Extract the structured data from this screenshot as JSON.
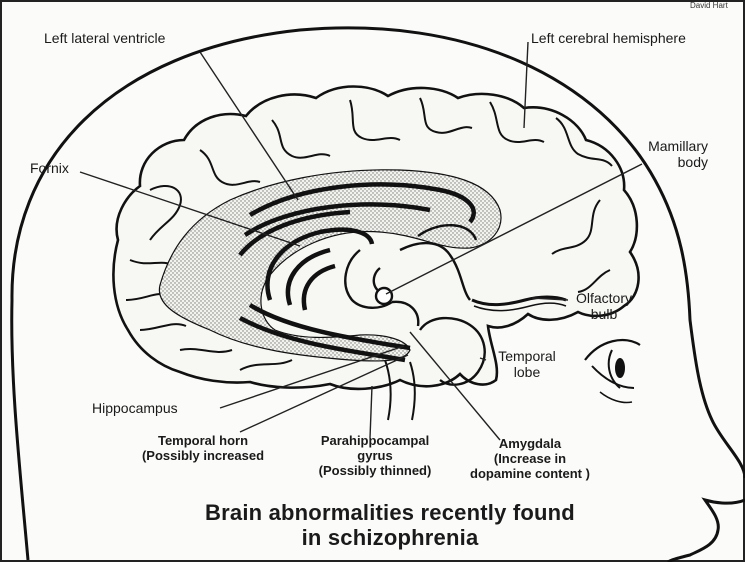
{
  "credit": "David Hart",
  "labels": {
    "left_lateral_ventricle": "Left lateral ventricle",
    "left_cerebral_hemisphere": "Left cerebral hemisphere",
    "fornix": "Fornix",
    "mamillary_body_line1": "Mamillary",
    "mamillary_body_line2": "body",
    "olfactory_bulb_line1": "Olfactory",
    "olfactory_bulb_line2": "bulb",
    "temporal_lobe_line1": "Temporal",
    "temporal_lobe_line2": "lobe",
    "hippocampus": "Hippocampus",
    "temporal_horn_line1": "Temporal horn",
    "temporal_horn_line2": "(Possibly increased",
    "parahippocampal_line1": "Parahippocampal",
    "parahippocampal_line2": "gyrus",
    "parahippocampal_line3": "(Possibly thinned)",
    "amygdala_line1": "Amygdala",
    "amygdala_line2": "(Increase in",
    "amygdala_line3": "dopamine content )"
  },
  "title": {
    "line1": "Brain abnormalities recently found",
    "line2": "in schizophrenia"
  }
}
